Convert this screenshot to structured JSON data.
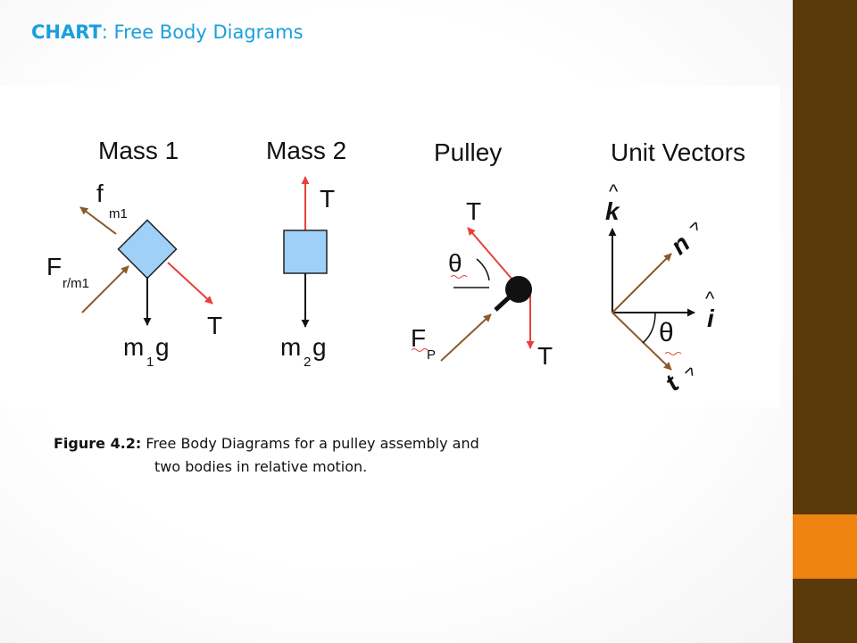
{
  "slide": {
    "title_bold": "CHART",
    "title_rest": ": Free Body Diagrams"
  },
  "diagrams": {
    "mass1": {
      "heading": "Mass 1",
      "friction_label": "f",
      "friction_sub": "m1",
      "reaction_label": "F",
      "reaction_sub": "r/m1",
      "weight_label": "m",
      "weight_sub": "1",
      "weight_suffix": "g",
      "tension_label": "T"
    },
    "mass2": {
      "heading": "Mass 2",
      "tension_label": "T",
      "weight_label": "m",
      "weight_sub": "2",
      "weight_suffix": "g"
    },
    "pulley": {
      "heading": "Pulley",
      "tension_top_label": "T",
      "theta_label": "θ",
      "force_label": "F",
      "force_sub": "P",
      "tension_bottom_label": "T"
    },
    "unit_vectors": {
      "heading": "Unit Vectors",
      "k_label": "k",
      "n_label": "n",
      "i_label": "i",
      "t_label": "t",
      "theta_label": "θ",
      "hat": "^"
    }
  },
  "colors": {
    "title_blue": "#1aa0dd",
    "bar_brown": "#5a3a09",
    "bar_orange": "#ef8410",
    "arrow_brown": "#8b5a2b",
    "arrow_red": "#e8403a",
    "box_blue": "#9fd0f8"
  },
  "caption": {
    "label": "Figure 4.2:",
    "line1": " Free Body Diagrams for a pulley assembly and",
    "line2": "two bodies in relative motion."
  }
}
